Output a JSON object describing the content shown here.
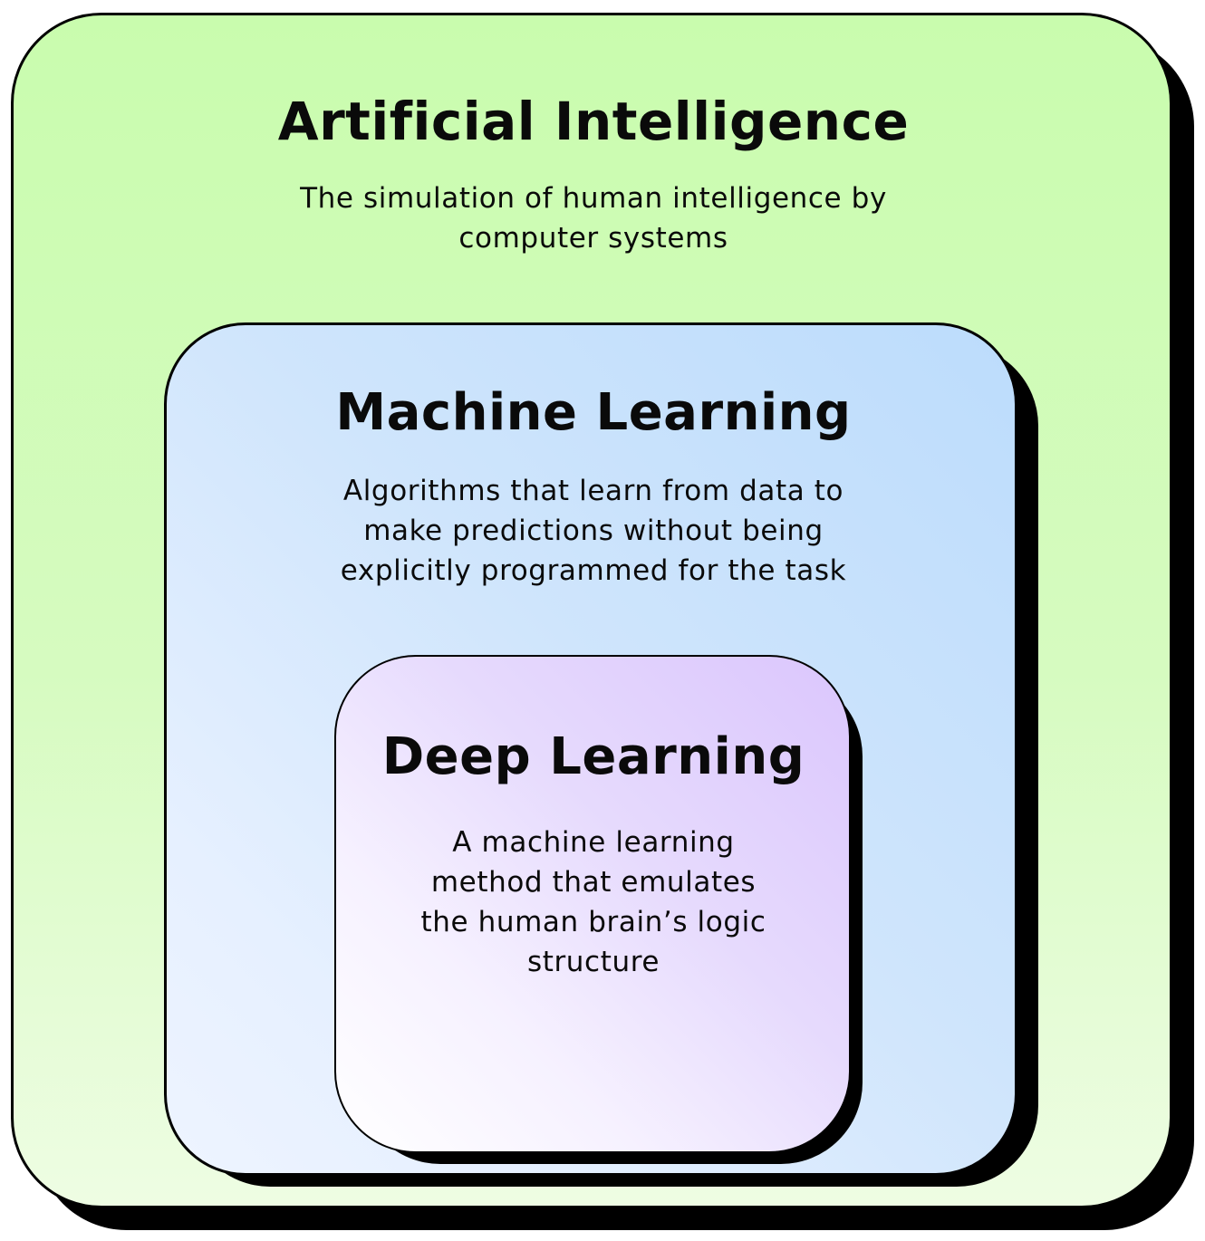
{
  "artificial_intelligence": {
    "title": "Artificial Intelligence",
    "description_lines": [
      "The simulation of human intelligence by",
      "computer systems"
    ]
  },
  "machine_learning": {
    "title": "Machine Learning",
    "description_lines": [
      "Algorithms that learn from data to",
      "make predictions without being",
      "explicitly programmed for the task"
    ]
  },
  "deep_learning": {
    "title": "Deep Learning",
    "description_lines": [
      "A machine learning",
      "method that emulates",
      "the human brain’s logic",
      "structure"
    ]
  },
  "colors": {
    "ai_fill": "#c9fcae",
    "ml_fill": "#bcdcfc",
    "dl_fill": "#dbc6fd",
    "outline": "#000000"
  }
}
